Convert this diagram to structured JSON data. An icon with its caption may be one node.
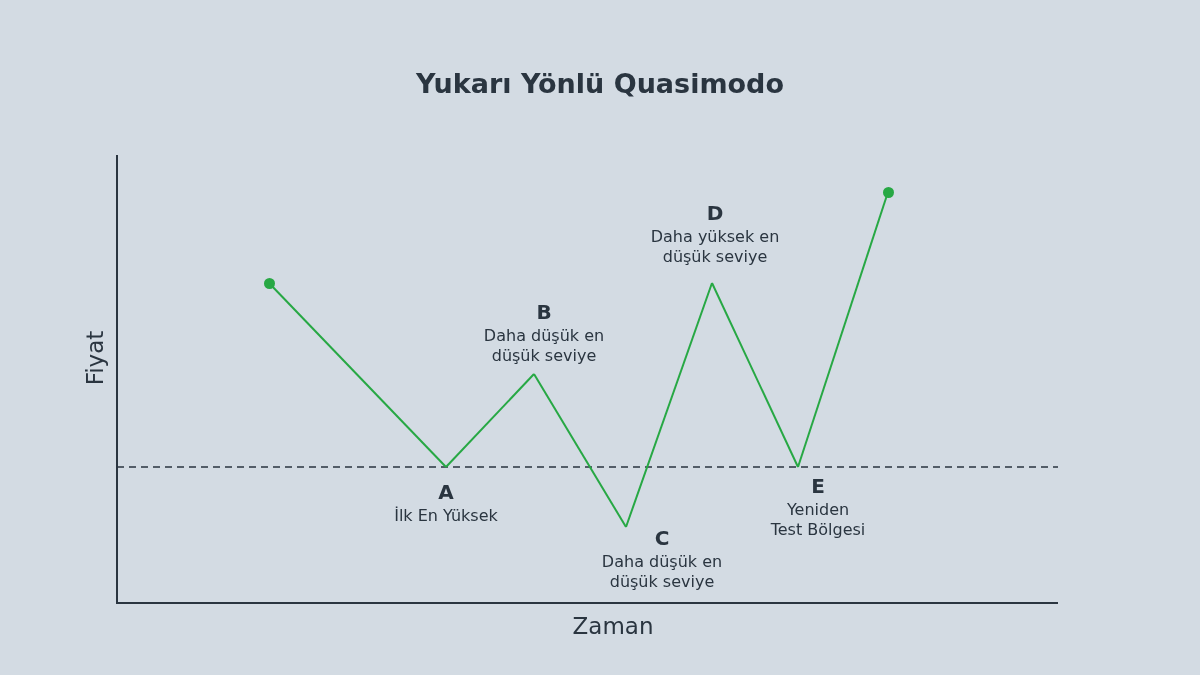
{
  "diagram": {
    "title": "Yukarı Yönlü Quasimodo",
    "nodes": [
      {
        "text": [],
        "shape": "circle"
      },
      {
        "text": [
          "A",
          "İlk En Yüksek"
        ]
      },
      {
        "text": [
          "B",
          "Daha düşük en düşük seviye"
        ]
      },
      {
        "text": [
          "C",
          "Daha düşük en düşük seviye"
        ]
      },
      {
        "text": [
          "D",
          "Daha yüksek en düşük seviye"
        ]
      },
      {
        "text": [
          "E",
          "Yeniden Test Bölgesi"
        ]
      },
      {
        "text": [],
        "shape": "circle"
      }
    ],
    "edges": [
      {
        "from": 0,
        "to": 1,
        "arrow": "none"
      },
      {
        "from": 1,
        "to": 2,
        "arrow": "none"
      },
      {
        "from": 2,
        "to": 3,
        "arrow": "none"
      },
      {
        "from": 3,
        "to": 4,
        "arrow": "none"
      },
      {
        "from": 4,
        "to": 5,
        "arrow": "none"
      },
      {
        "from": 5,
        "to": 6,
        "arrow": "none"
      }
    ],
    "labels": [
      "Fiyat",
      "Zaman"
    ]
  }
}
